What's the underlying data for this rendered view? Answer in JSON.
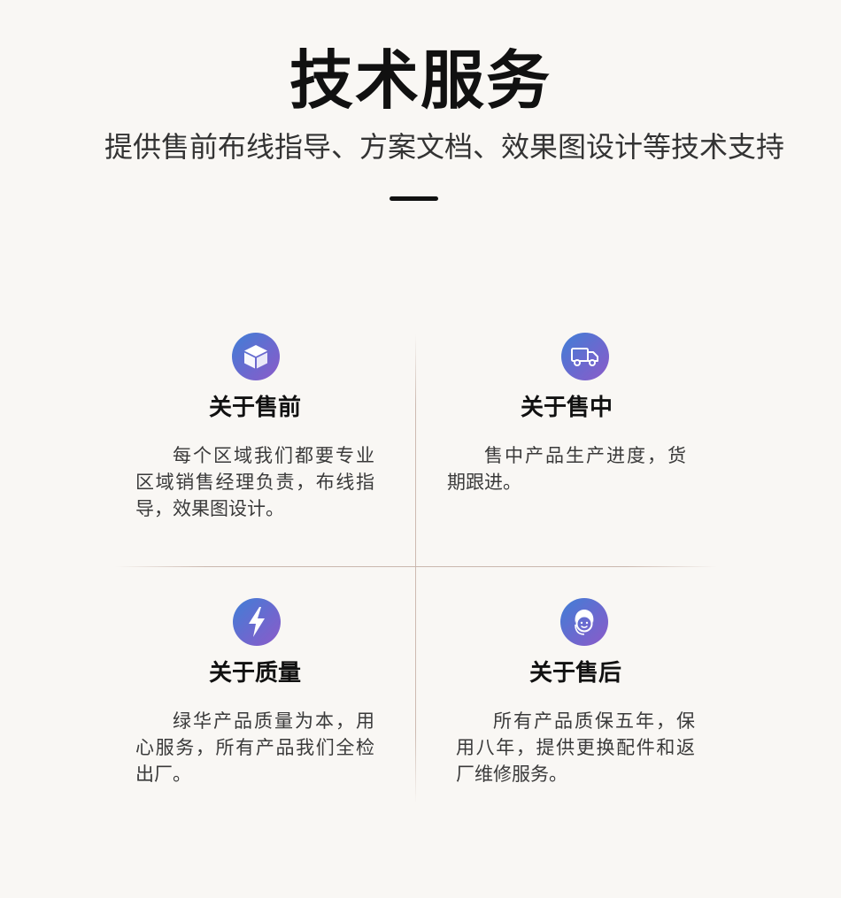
{
  "header": {
    "title": "技术服务",
    "subtitle": "提供售前布线指导、方案文档、效果图设计等技术支持"
  },
  "cards": [
    {
      "icon": "box-icon",
      "title": "关于售前",
      "text": "每个区域我们都要专业区域销售经理负责，布线指导，效果图设计。"
    },
    {
      "icon": "truck-icon",
      "title": "关于售中",
      "text": "售中产品生产进度，货期跟进。"
    },
    {
      "icon": "lightning-icon",
      "title": "关于质量",
      "text": "绿华产品质量为本，用心服务，所有产品我们全检出厂。"
    },
    {
      "icon": "customer-service-icon",
      "title": "关于售后",
      "text": "所有产品质保五年，保用八年，提供更换配件和返厂维修服务。"
    }
  ],
  "colors": {
    "background": "#f9f7f4",
    "icon_gradient_start": "#3f7fd6",
    "icon_gradient_end": "#8b5bc9",
    "divider": "#c8b4aa"
  }
}
